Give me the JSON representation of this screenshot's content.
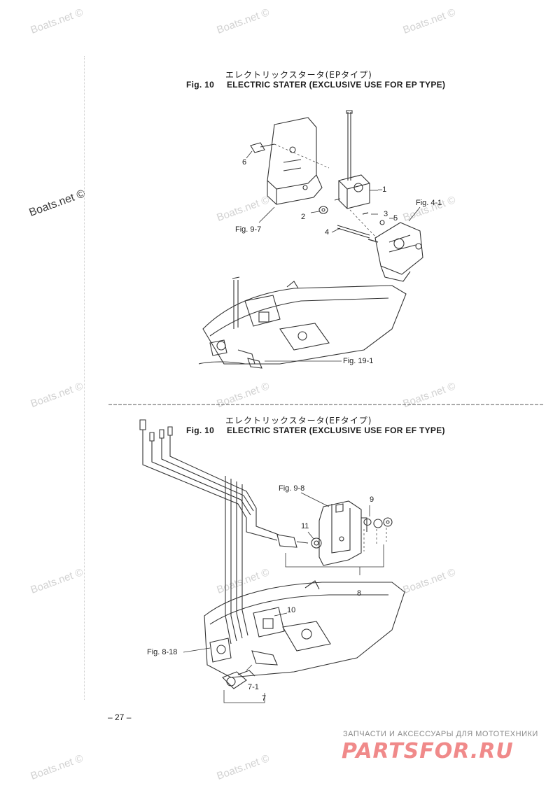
{
  "watermarks": {
    "text": "Boats.net ©",
    "large": "Boats.net ©"
  },
  "section_top": {
    "title_jp": "エレクトリックスタータ(EPタイプ)",
    "fig_label": "Fig. 10",
    "title_en": "ELECTRIC STATER (EXCLUSIVE USE FOR EP TYPE)",
    "callouts": {
      "c1": "1",
      "c2": "2",
      "c3": "3",
      "c4": "4",
      "c5": "5",
      "c6": "6",
      "ref_fig_4_1": "Fig. 4-1",
      "ref_fig_9_7": "Fig. 9-7",
      "ref_fig_19_1": "Fig. 19-1"
    }
  },
  "section_bottom": {
    "title_jp": "エレクトリックスタータ(EFタイプ)",
    "fig_label": "Fig. 10",
    "title_en": "ELECTRIC STATER (EXCLUSIVE USE FOR EF TYPE)",
    "callouts": {
      "c7": "7",
      "c7_1": "7-1",
      "c8": "8",
      "c9": "9",
      "c10": "10",
      "c11": "11",
      "ref_fig_9_8": "Fig. 9-8",
      "ref_fig_8_18": "Fig. 8-18"
    }
  },
  "page_number": "– 27 –",
  "footer": {
    "tagline": "ЗАПЧАСТИ И АКСЕССУАРЫ ДЛЯ МОТОТЕХНИКИ",
    "logo": "PARTSFOR.RU"
  }
}
